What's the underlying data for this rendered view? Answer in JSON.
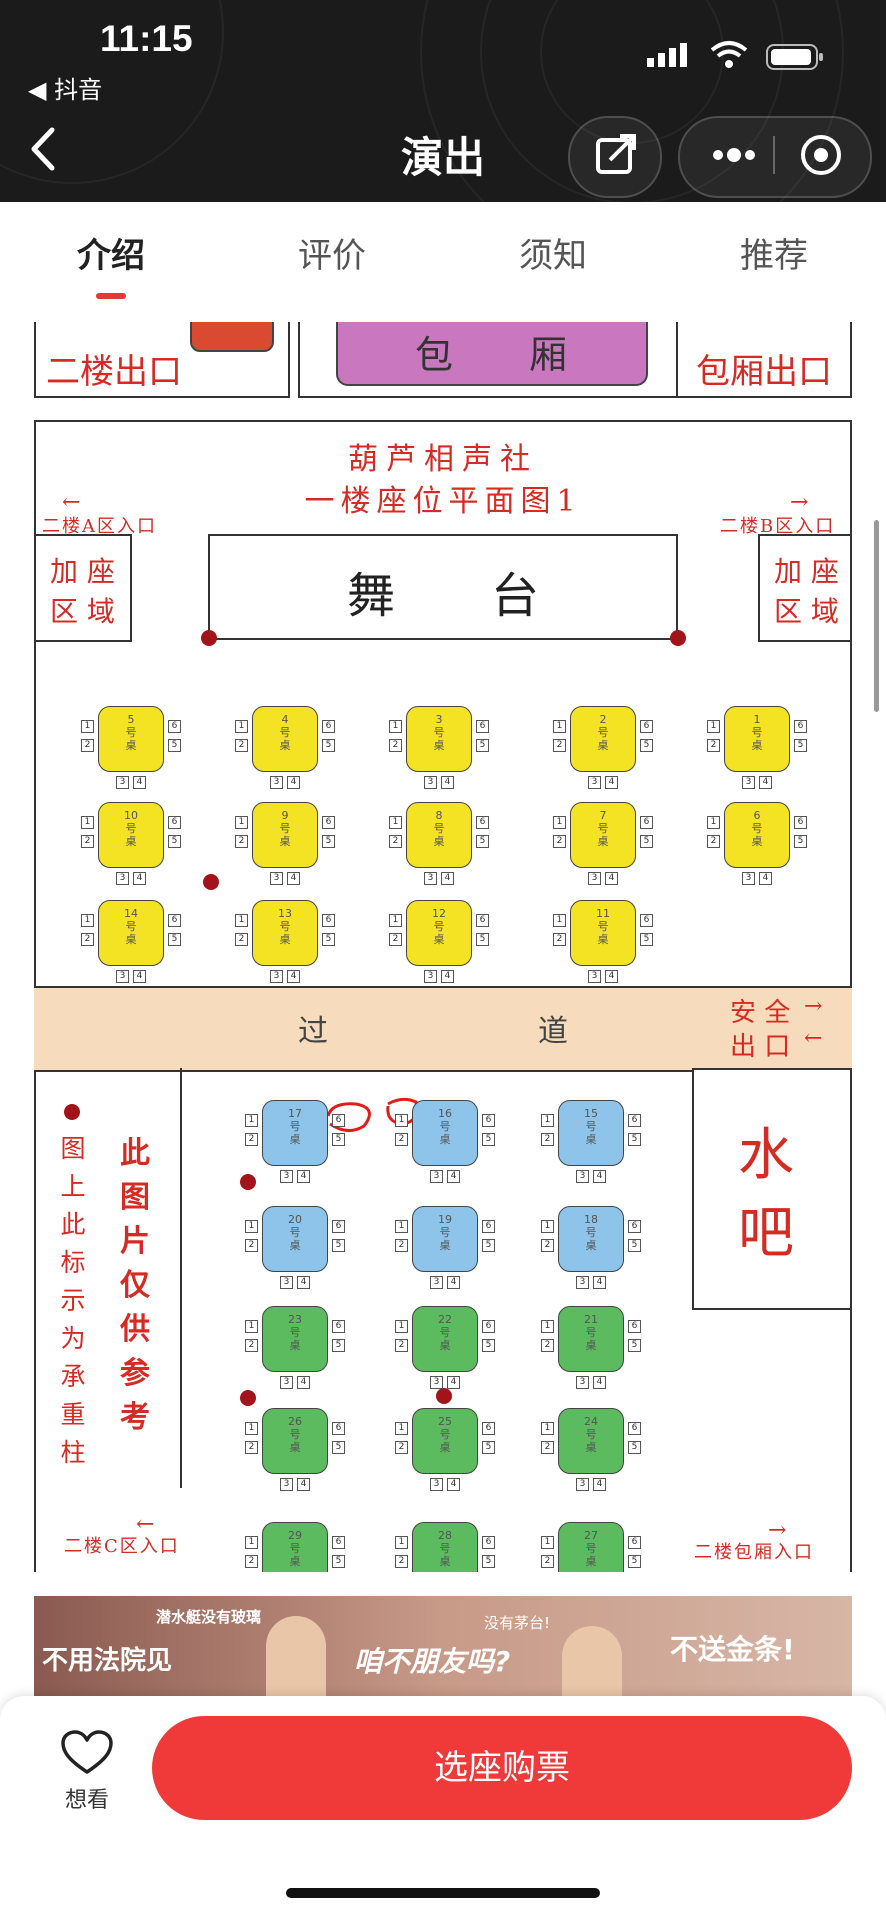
{
  "status_bar": {
    "time": "11:15",
    "back_app": "◀ 抖音"
  },
  "nav": {
    "title": "演出",
    "share_icon": "share-icon",
    "more_icon": "more-icon",
    "record_icon": "record-icon"
  },
  "tabs": [
    {
      "label": "介绍",
      "active": true
    },
    {
      "label": "评价",
      "active": false
    },
    {
      "label": "须知",
      "active": false
    },
    {
      "label": "推荐",
      "active": false
    }
  ],
  "seat_map": {
    "top_strip": {
      "exit_left": "二楼出口",
      "box_room": "包　　厢",
      "exit_right": "包厢出口"
    },
    "title_line1": "葫芦相声社",
    "title_line2": "一楼座位平面图1",
    "entry_a": "二楼A区入口",
    "entry_b": "二楼B区入口",
    "entry_c": "二楼C区入口",
    "entry_box": "二楼包厢入口",
    "extra_left": [
      "加 座",
      "区 域"
    ],
    "extra_right": [
      "加 座",
      "区 域"
    ],
    "stage": "舞　　台",
    "aisle_left": "过",
    "aisle_right": "道",
    "safety_exit": [
      "安 全",
      "出 口"
    ],
    "water_bar": [
      "水",
      "吧"
    ],
    "pillar_note": "图上此标示为承重柱",
    "ref_note": "此图片仅供参考",
    "yellow_tables": [
      "1",
      "2",
      "3",
      "4",
      "5",
      "6",
      "7",
      "8",
      "9",
      "10",
      "11",
      "12",
      "13",
      "14"
    ],
    "blue_tables": [
      "15",
      "16",
      "17",
      "18",
      "19",
      "20"
    ],
    "green_tables": [
      "21",
      "22",
      "23",
      "24",
      "25",
      "26",
      "27",
      "28",
      "29"
    ],
    "table_suffix": "号桌"
  },
  "banner": {
    "left_small": "潜水艇没有玻璃",
    "left_big": "不用法院见",
    "mid_small": "没有茅台!",
    "mid_big": "咱不朋友吗?",
    "right": "不送金条!"
  },
  "bottom_bar": {
    "wish_label": "想看",
    "buy_label": "选座购票"
  },
  "colors": {
    "accent": "#f03a3a",
    "table_yellow": "#f4e322",
    "table_blue": "#8ec4ea",
    "table_green": "#5cba5f",
    "aisle": "#f6dcbc"
  }
}
